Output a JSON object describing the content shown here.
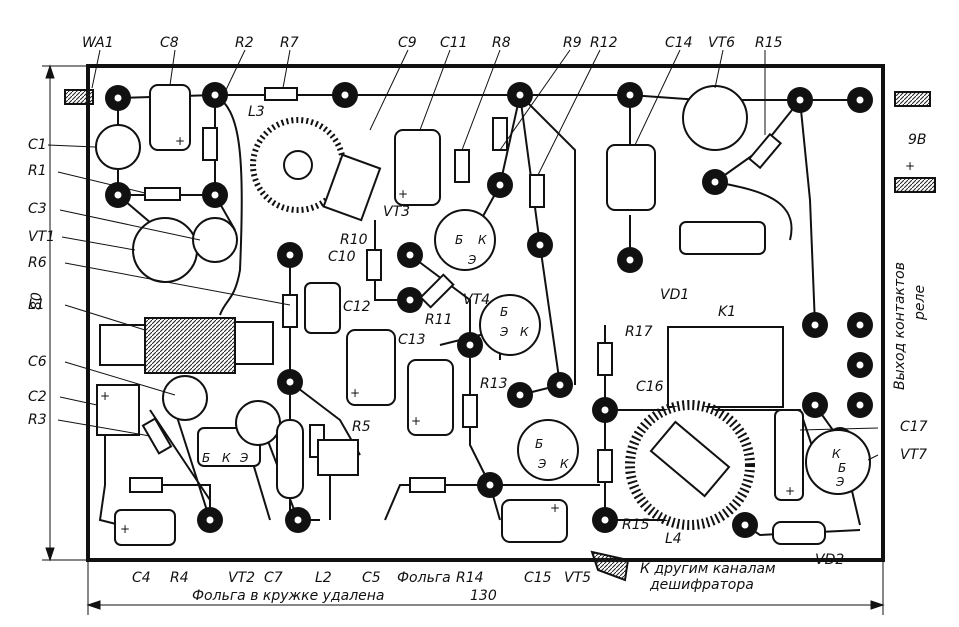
{
  "labels": {
    "WA1": "WA1",
    "C8": "C8",
    "R2": "R2",
    "R7": "R7",
    "C9": "C9",
    "C11": "C11",
    "R8": "R8",
    "R9": "R9",
    "R12": "R12",
    "C14": "C14",
    "VT6": "VT6",
    "R15_top": "R15",
    "V9": "9B",
    "C1": "C1",
    "R1": "R1",
    "C3": "C3",
    "VT1": "VT1",
    "R6": "R6",
    "L1": "L1",
    "L3": "L3",
    "VT3": "VT3",
    "R10": "R10",
    "C10": "C10",
    "C12": "C12",
    "R11": "R11",
    "VT4": "VT4",
    "C13": "C13",
    "R13": "R13",
    "VD1": "VD1",
    "K1": "K1",
    "R17": "R17",
    "C16": "C16",
    "C6": "C6",
    "C2": "C2",
    "R3": "R3",
    "R5": "R5",
    "C17": "C17",
    "VT7": "VT7",
    "C4": "C4",
    "R4": "R4",
    "VT2": "VT2",
    "C7": "C7",
    "L2": "L2",
    "C5": "C5",
    "foil": "Фольга",
    "R14": "R14",
    "C15": "C15",
    "VT5": "VT5",
    "R15_bot": "R15",
    "L4": "L4",
    "VD2": "VD2",
    "to_other_1": "К другим каналам",
    "to_other_2": "дешифратора",
    "foil_removed": "Фольга в кружке удалена",
    "dim_w": "130",
    "dim_h": "80",
    "relay_out_1": "Выход контактов",
    "relay_out_2": "реле",
    "pin_B": "Б",
    "pin_K": "К",
    "pin_E": "Э",
    "plus": "+"
  }
}
